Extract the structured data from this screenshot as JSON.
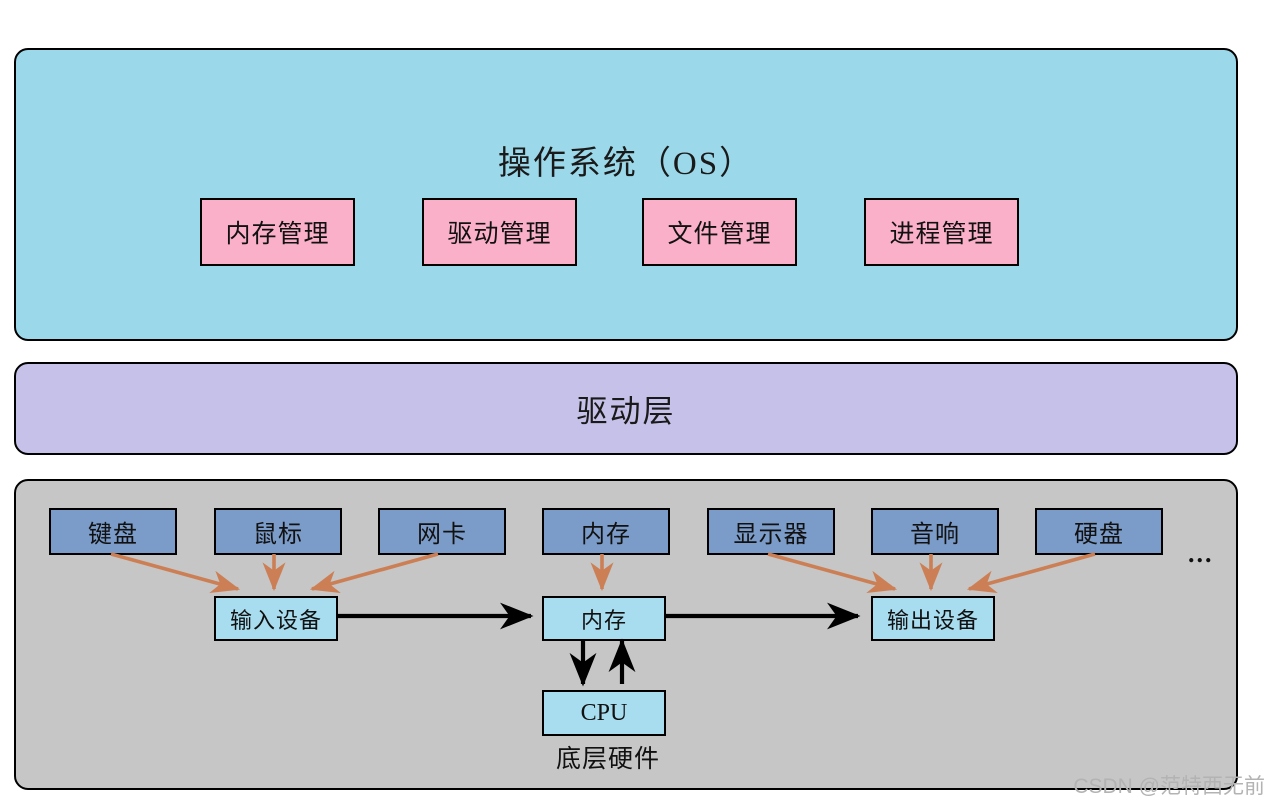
{
  "diagram": {
    "os_layer": {
      "title": "操作系统（OS）",
      "bg_color": "#9bd9ea",
      "modules": [
        {
          "label": "内存管理"
        },
        {
          "label": "驱动管理"
        },
        {
          "label": "文件管理"
        },
        {
          "label": "进程管理"
        }
      ],
      "module_color": "#f9b0c8"
    },
    "driver_layer": {
      "title": "驱动层",
      "bg_color": "#c6c1e8"
    },
    "hardware_layer": {
      "bg_color": "#c6c6c6",
      "devices": [
        {
          "label": "键盘"
        },
        {
          "label": "鼠标"
        },
        {
          "label": "网卡"
        },
        {
          "label": "内存"
        },
        {
          "label": "显示器"
        },
        {
          "label": "音响"
        },
        {
          "label": "硬盘"
        }
      ],
      "device_color": "#7b9bc8",
      "ellipsis": "...",
      "io_nodes": [
        {
          "label": "输入设备"
        },
        {
          "label": "内存"
        },
        {
          "label": "输出设备"
        }
      ],
      "cpu": {
        "label": "CPU"
      },
      "io_color": "#a8dcef",
      "bottom_label": "底层硬件",
      "arrow_color_device": "#cc7f54",
      "arrow_color_flow": "#000000"
    }
  },
  "watermark": {
    "text": "CSDN @范特西无前"
  }
}
